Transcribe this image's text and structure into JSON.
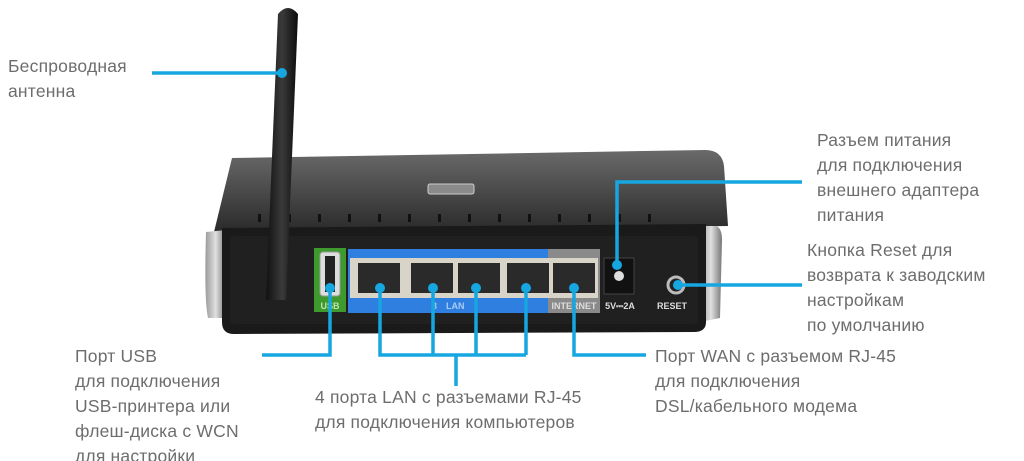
{
  "colors": {
    "callout_line": "#16a6e0",
    "label_text": "#6d6d6d",
    "lan_band": "#2f7fe0",
    "usb_band": "#3f9a2e",
    "router_body": "#1c1c1c"
  },
  "router": {
    "usb_text": "USB",
    "lan_text": "LAN",
    "lan_number": "3",
    "internet_text": "INTERNET",
    "power_rating": "5V⎓2A",
    "reset_text": "RESET"
  },
  "callouts": {
    "antenna": {
      "lines": [
        "Беспроводная",
        "антенна"
      ]
    },
    "power": {
      "lines": [
        "Разъем питания",
        "для подключения",
        "внешнего адаптера",
        "питания"
      ]
    },
    "reset": {
      "lines": [
        "Кнопка Reset для",
        "возврата к заводским",
        "настройкам",
        "по умолчанию"
      ]
    },
    "usb": {
      "lines": [
        "Порт USB",
        "для подключения",
        "USB-принтера или",
        "флеш-диска с WCN",
        "для настройки"
      ]
    },
    "lan": {
      "lines": [
        "4 порта LAN с разъемами RJ-45",
        "для подключения компьютеров"
      ]
    },
    "wan": {
      "lines": [
        "Порт WAN с разъемом RJ-45",
        "для подключения",
        "DSL/кабельного модема"
      ]
    }
  }
}
